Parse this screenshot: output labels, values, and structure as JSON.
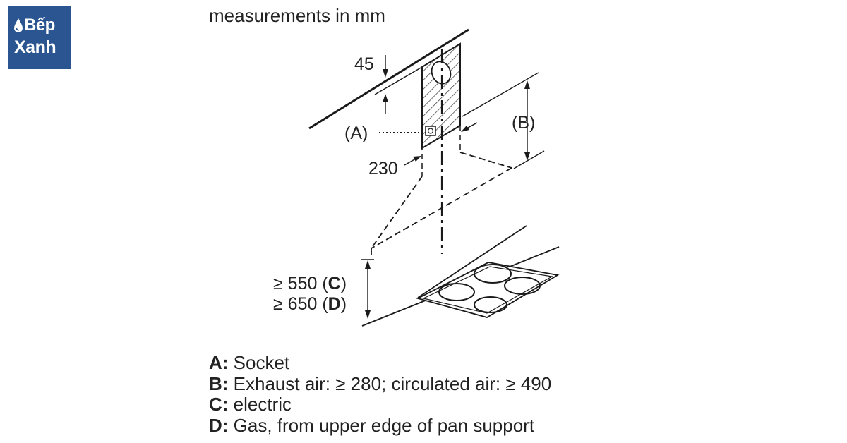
{
  "logo": {
    "line1": "Bếp",
    "line2": "Xanh"
  },
  "title": "measurements in mm",
  "labels": {
    "dim_top": "45",
    "marker_a": "(A)",
    "marker_b": "(B)",
    "dim_width": "230",
    "height_c_prefix": "≥ 550 (",
    "height_c_key": "C",
    "height_c_suffix": ")",
    "height_d_prefix": "≥ 650 (",
    "height_d_key": "D",
    "height_d_suffix": ")"
  },
  "legend": [
    {
      "key": "A:",
      "text": "Socket"
    },
    {
      "key": "B:",
      "text": "Exhaust air: ≥ 280; circulated air: ≥ 490"
    },
    {
      "key": "C:",
      "text": "electric"
    },
    {
      "key": "D:",
      "text": "Gas, from upper edge of pan support"
    }
  ],
  "colors": {
    "logo_background": "#2a5591",
    "line": "#1a1a1a",
    "text": "#222222"
  },
  "icons": [
    "water-drop-icon",
    "socket-icon",
    "cooktop-icon"
  ]
}
